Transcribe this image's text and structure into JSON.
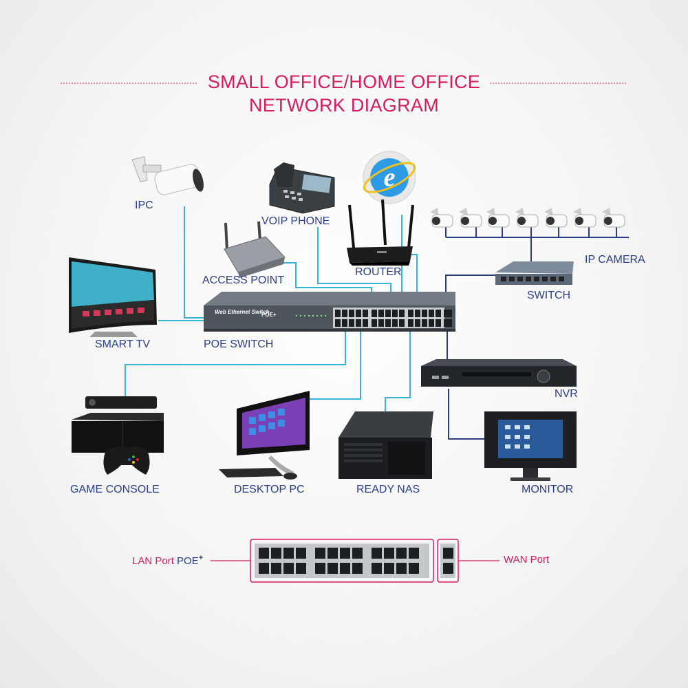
{
  "title": {
    "line1": "SMALL OFFICE/HOME OFFICE",
    "line2": "NETWORK DIAGRAM"
  },
  "devices": {
    "ipc": "IPC",
    "voip_phone": "VOIP PHONE",
    "access_point": "ACCESS POINT",
    "router": "ROUTER",
    "ip_camera": "IP CAMERA",
    "switch": "SWITCH",
    "smart_tv": "SMART TV",
    "poe_switch": "POE SWITCH",
    "nvr": "NVR",
    "game_console": "GAME CONSOLE",
    "desktop_pc": "DESKTOP PC",
    "ready_nas": "READY NAS",
    "monitor": "MONITOR"
  },
  "poe_switch_panel": {
    "brand": "Web Ethernet Switch",
    "poe_badge": "POE+"
  },
  "legend": {
    "lan_port": "LAN Port",
    "poe": "POE",
    "poe_sup": "+",
    "wan_port": "WAN Port"
  },
  "colors": {
    "title": "#d81b5a",
    "label": "#2a3e8c",
    "cable": "#35b6d8",
    "cable_dark": "#2b3a8a"
  }
}
